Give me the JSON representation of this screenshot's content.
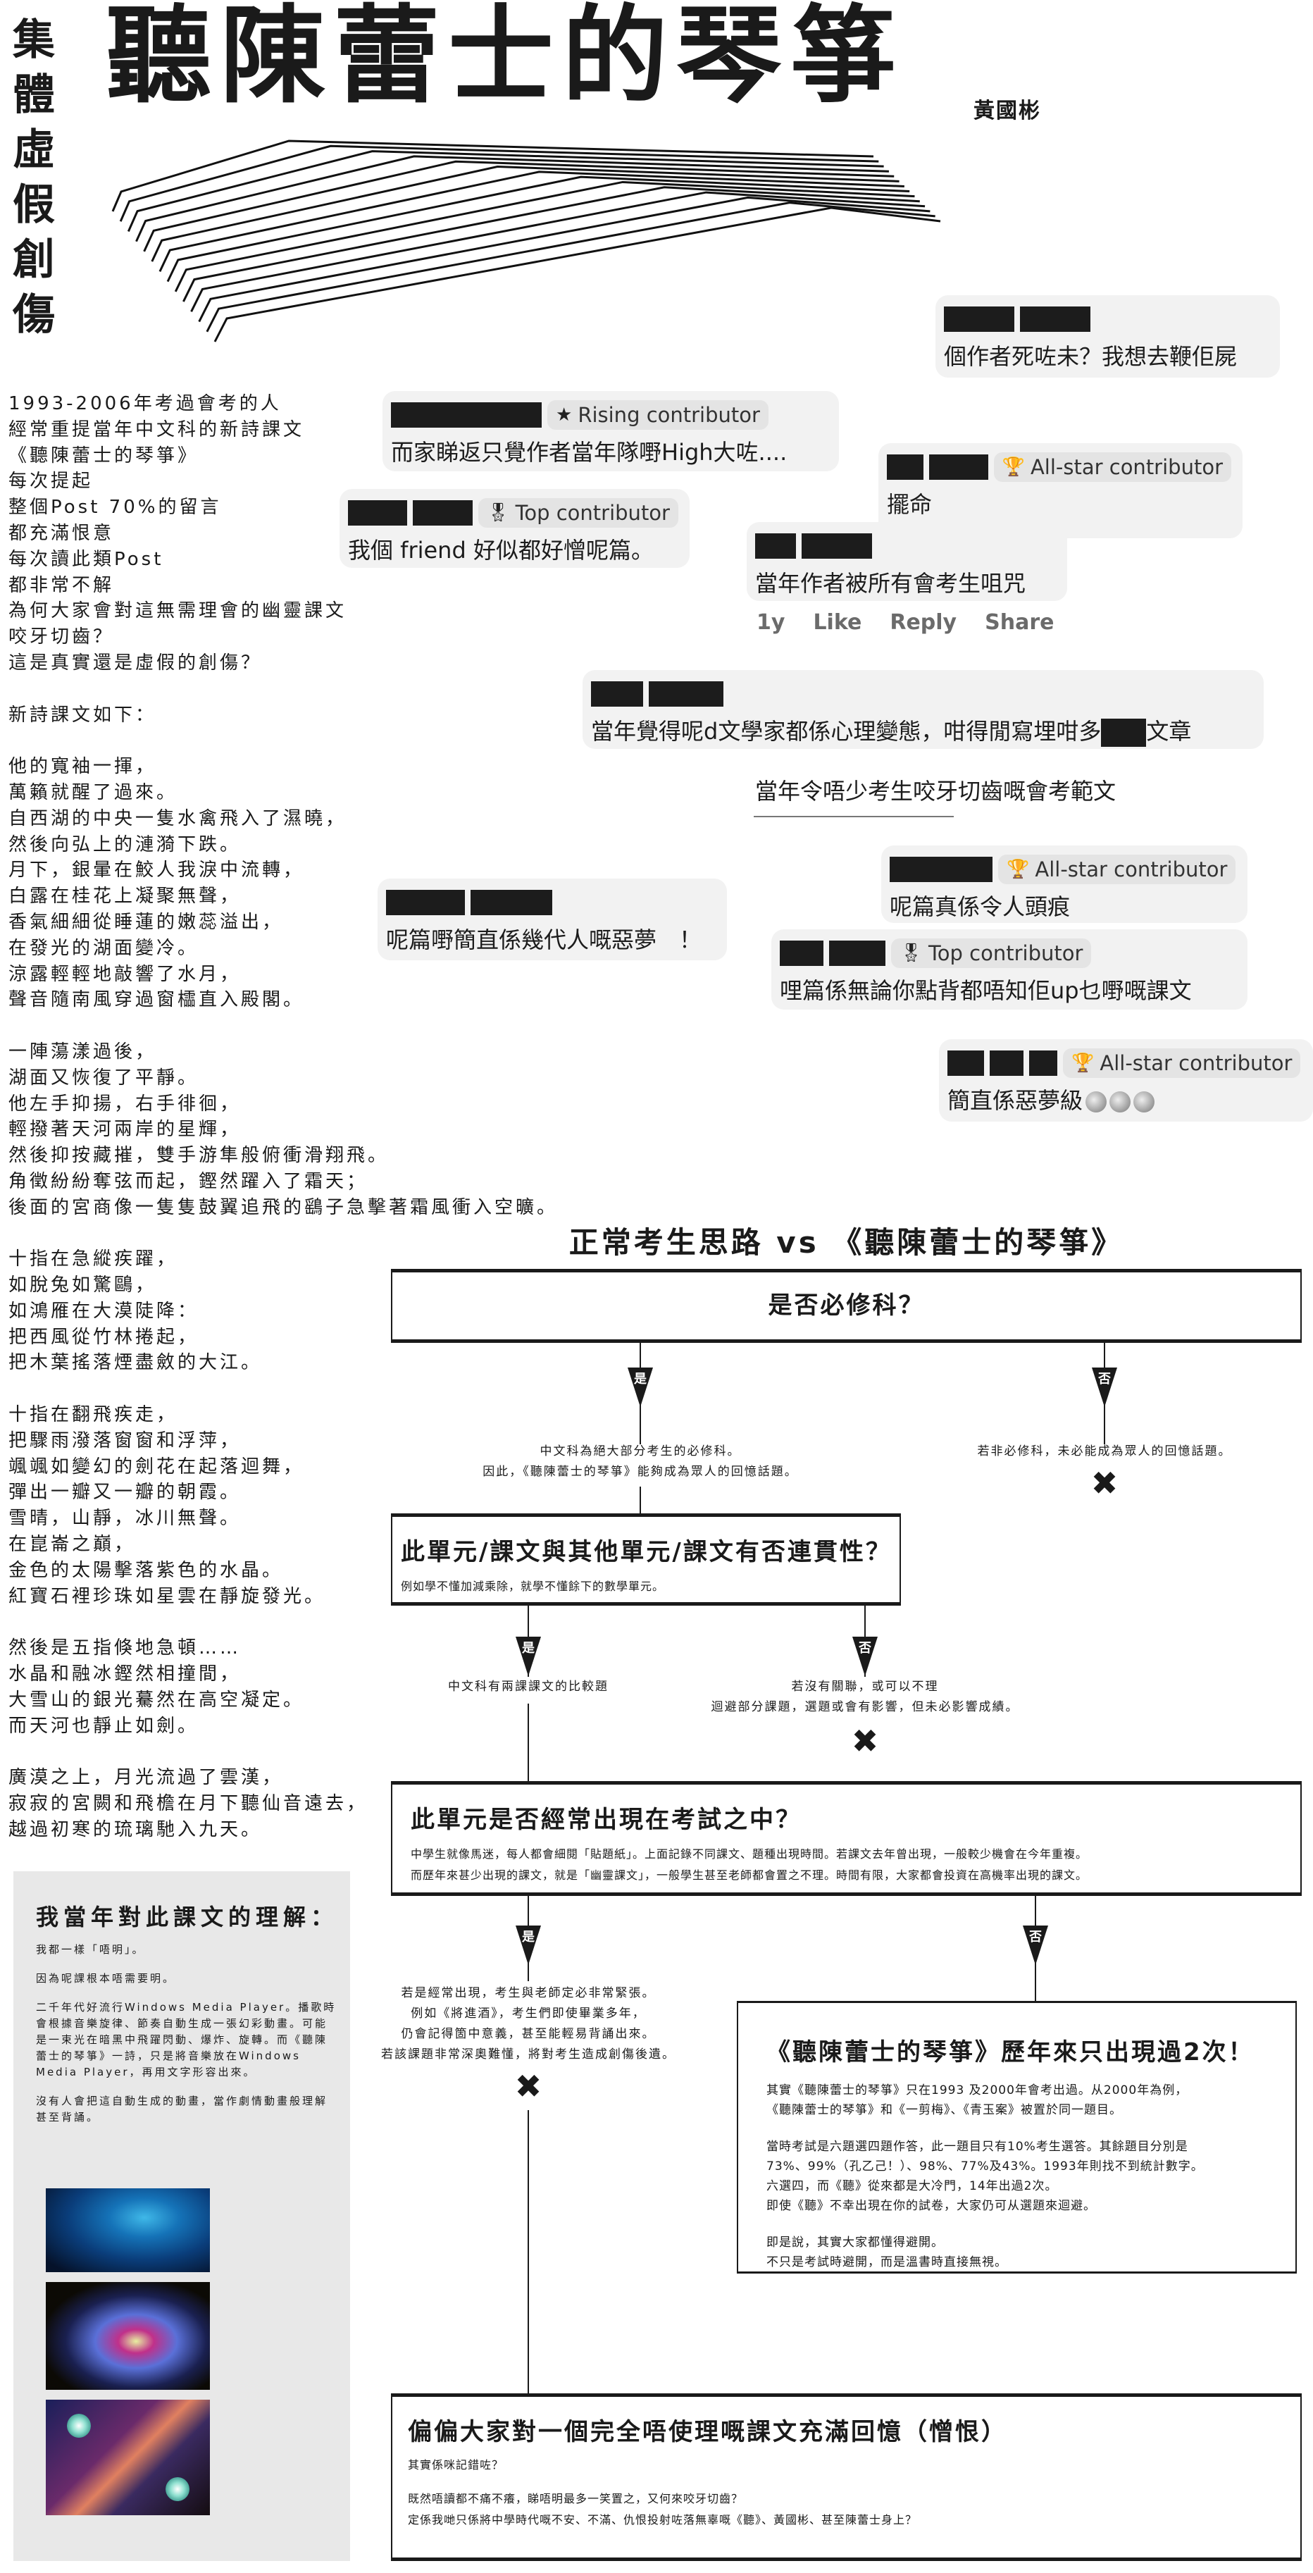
{
  "header": {
    "vertical_title": [
      "集",
      "體",
      "虛",
      "假",
      "創",
      "傷"
    ],
    "title": "聽陳蕾士的琴箏",
    "author": "黃國彬"
  },
  "intro": {
    "stanzas": [
      [
        "1993-2006年考過會考的人",
        "經常重提當年中文科的新詩課文",
        "《聽陳蕾士的琴箏》",
        "每次提起",
        "整個Post 70%的留言",
        "都充滿恨意",
        "每次讀此類Post",
        "都非常不解",
        "為何大家會對這無需理會的幽靈課文",
        "咬牙切齒？",
        "這是真實還是虛假的創傷？"
      ],
      [
        "新詩課文如下："
      ],
      [
        "他的寬袖一揮，",
        "萬籟就醒了過來。",
        "自西湖的中央一隻水禽飛入了濕曉，",
        "然後向弘上的漣漪下跌。",
        "月下，銀暈在鮫人我淚中流轉，",
        "白露在桂花上凝聚無聲，",
        "香氣細細從睡蓮的嫩蕊溢出，",
        "在發光的湖面變冷。",
        "涼露輕輕地敲響了水月，",
        "聲音隨南風穿過窗櫺直入殿閣。"
      ],
      [
        "一陣蕩漾過後，",
        "湖面又恢復了平靜。",
        "他左手抑揚，右手徘徊，",
        "輕撥著天河兩岸的星輝，",
        "然後抑按藏摧，雙手游隼般俯衝滑翔飛。",
        "角徵紛紛奪弦而起，鏗然躍入了霜天；",
        "後面的宮商像一隻隻鼓翼追飛的鷂子急擊著霜風衝入空曠。"
      ],
      [
        "十指在急縱疾躍，",
        "如脫兔如驚鷗，",
        "如鴻雁在大漠陡降：",
        "把西風從竹林捲起，",
        "把木葉搖落煙盡斂的大江。"
      ],
      [
        "十指在翻飛疾走，",
        "把驟雨潑落窗窗和浮萍，",
        "颯颯如變幻的劍花在起落迴舞，",
        "彈出一瓣又一瓣的朝霞。",
        "雪晴，山靜，冰川無聲。",
        "在崑崙之巔，",
        "金色的太陽擊落紫色的水晶。",
        "紅寶石裡珍珠如星雲在靜旋發光。"
      ],
      [
        "然後是五指倏地急頓……",
        "水晶和融冰鏗然相撞間，",
        "大雪山的銀光驀然在高空凝定。",
        "而天河也靜止如劍。"
      ],
      [
        "廣漠之上，月光流過了雲漢，",
        "寂寂的宮闕和飛檐在月下聽仙音遠去，",
        "越過初寒的琉璃馳入九天。"
      ]
    ]
  },
  "note": {
    "title": "我當年對此課文的理解：",
    "paragraphs": [
      "我都一樣「唔明」。",
      "因為呢課根本唔需要明。",
      "二千年代好流行Windows Media Player。播歌時會根據音樂旋律、節奏自動生成一張幻彩動畫。可能是一束光在暗黑中飛躍閃動、爆炸、旋轉。而《聽陳蕾士的琴箏》一詩，只是將音樂放在Windows Media Player，再用文字形容出來。",
      "沒有人會把這自動生成的動畫，當作劇情動畫般理解甚至背誦。"
    ]
  },
  "comments": [
    {
      "badge": null,
      "text": "個作者死咗未？我想去鞭佢屍"
    },
    {
      "badge": "Rising contributor",
      "badge_icon": "star-icon",
      "text": "而家睇返只覺作者當年隊嘢High大咗...."
    },
    {
      "badge": "All-star contributor",
      "badge_icon": "trophy-icon",
      "text": "擺命"
    },
    {
      "badge": "Top contributor",
      "badge_icon": "medal-icon",
      "text": "我個 friend 好似都好憎呢篇。"
    },
    {
      "badge": null,
      "text": "當年作者被所有會考生咀咒"
    },
    {
      "badge": null,
      "text_before": "當年覺得呢d文學家都係心理變態，咁得閒寫埋咁多",
      "text_after": "文章"
    },
    {
      "badge": "All-star contributor",
      "badge_icon": "trophy-icon",
      "text": "呢篇真係令人頭痕"
    },
    {
      "badge": null,
      "text": "呢篇嘢簡直係幾代人嘅惡夢　！"
    },
    {
      "badge": "Top contributor",
      "badge_icon": "medal-icon",
      "text": "哩篇係無論你點背都唔知佢up乜嘢嘅課文"
    },
    {
      "badge": "All-star contributor",
      "badge_icon": "trophy-icon",
      "text": "簡直係惡夢級"
    }
  ],
  "actions": {
    "time": "1y",
    "like": "Like",
    "reply": "Reply",
    "share": "Share"
  },
  "plain_caption": "當年令唔少考生咬牙切齒嘅會考範文",
  "flow": {
    "title": "正常考生思路 vs 《聽陳蕾士的琴箏》",
    "yes": "是",
    "no": "否",
    "q1": {
      "title": "是否必修科？",
      "yes_text": [
        "中文科為絕大部分考生的必修科。",
        "因此，《聽陳蕾士的琴箏》能夠成為眾人的回憶話題。"
      ],
      "no_text": [
        "若非必修科，未必能成為眾人的回憶話題。"
      ]
    },
    "q2": {
      "title": "此單元/課文與其他單元/課文有否連貫性？",
      "sub": "例如學不懂加減乘除，就學不懂餘下的數學單元。",
      "yes_text": [
        "中文科有兩課課文的比較題"
      ],
      "no_text": [
        "若沒有關聯，或可以不理",
        "迴避部分課題，選題或會有影響，但未必影響成績。"
      ]
    },
    "q3": {
      "title": "此單元是否經常出現在考試之中？",
      "sub": [
        "中學生就像馬迷，每人都會細閱「貼題紙」。上面記錄不同課文、題種出現時間。若課文去年曾出現，一般較少機會在今年重複。",
        "而歷年來甚少出現的課文，就是「幽靈課文」，一般學生甚至老師都會置之不理。時間有限，大家都會投資在高機率出現的課文。"
      ],
      "yes_text": [
        "若是經常出現，考生與老師定必非常緊張。",
        "例如《將進酒》，考生們即使畢業多年，",
        "仍會記得箇中意義，甚至能輕易背誦出來。",
        "若該課題非常深奧難懂，將對考生造成創傷後遺。"
      ]
    },
    "result": {
      "title": "《聽陳蕾士的琴箏》歷年來只出現過2次！",
      "paragraphs": [
        [
          "其實《聽陳蕾士的琴箏》只在1993 及2000年會考出過。从2000年為例，",
          "《聽陳蕾士的琴箏》和《一剪梅》、《青玉案》被置於同一題目。"
        ],
        [
          "當時考試是六題選四題作答，此一題目只有10%考生選答。其餘題目分別是",
          "73%、99%（孔乙己！）、98%、77%及43%。1993年則找不到統計數字。",
          "六選四，而《聽》從來都是大冷門，14年出過2次。",
          "即使《聽》不幸出現在你的試卷，大家仍可从選題來迴避。"
        ],
        [
          "即是說，其實大家都懂得避開。",
          "不只是考試時避開，而是溫書時直接無視。"
        ]
      ]
    },
    "final": {
      "title": "偏偏大家對一個完全唔使理嘅課文充滿回憶（憎恨）",
      "lines": [
        "其實係咪記錯咗？"
      ],
      "lines2": [
        "既然唔讀都不痛不癢，睇唔明最多一笑置之，又何來咬牙切齒？",
        "定係我哋只係將中學時代嘅不安、不滿、仇恨投射咗落無辜嘅《聽》、黃國彬、甚至陳蕾士身上？"
      ]
    }
  },
  "colors": {
    "bubble": "#f2f2f2",
    "badge": "#e4e4e4",
    "ink": "#1a1a1a",
    "note_bg": "#e8e8e8",
    "action_gray": "#6b6b6b"
  }
}
